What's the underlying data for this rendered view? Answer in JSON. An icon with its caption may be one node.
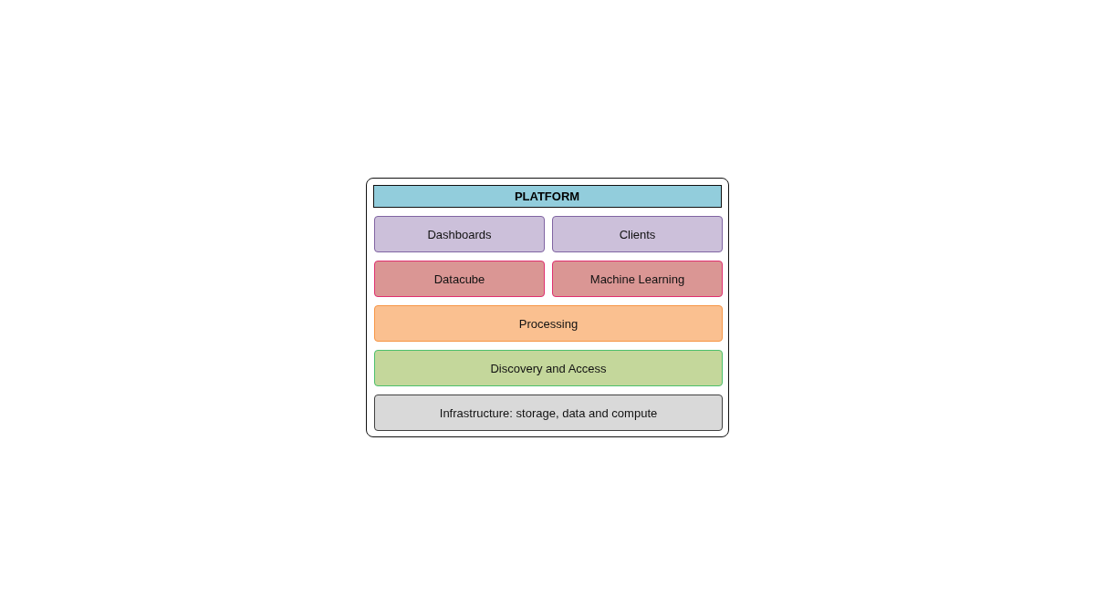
{
  "diagram": {
    "nodes": [
      {
        "text": [
          "PLATFORM"
        ]
      },
      {
        "text": [
          "Dashboards"
        ],
        "in": 0
      },
      {
        "text": [
          "Clients"
        ],
        "in": 0
      },
      {
        "text": [
          "Datacube"
        ],
        "in": 0
      },
      {
        "text": [
          "Machine Learning"
        ],
        "in": 0
      },
      {
        "text": [
          "Processing"
        ],
        "in": 0
      },
      {
        "text": [
          "Discovery and Access"
        ],
        "in": 0
      },
      {
        "text": [
          "Infrastructure: storage, data and compute"
        ],
        "in": 0
      }
    ],
    "edges": []
  }
}
